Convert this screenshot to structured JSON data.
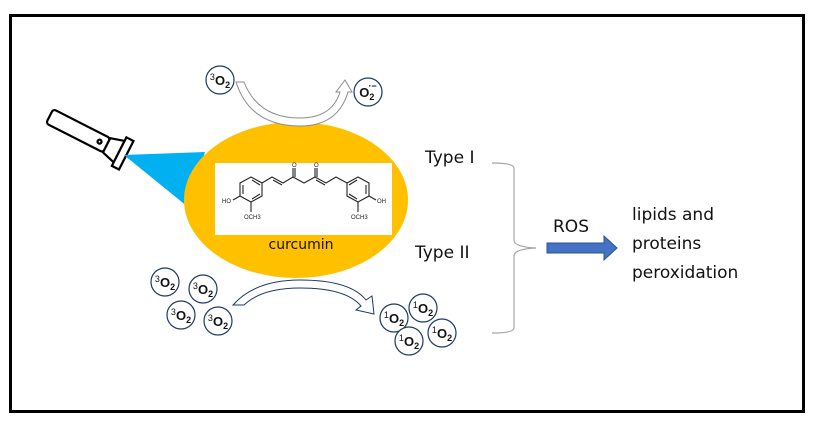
{
  "figure": {
    "compound": "curcumin",
    "molecule_labels": {
      "oxygen": "O",
      "hydroxyl_left": "HO",
      "hydroxyl_right": "OH",
      "methoxy": "OCH3"
    },
    "pathways": {
      "type1": "Type I",
      "type2": "Type II"
    },
    "ros_label": "ROS",
    "outcome_lines": [
      "lipids and",
      "proteins",
      "peroxidation"
    ],
    "species": {
      "triplet_oxygen": {
        "sup": "3",
        "base": "O",
        "sub": "2"
      },
      "singlet_oxygen": {
        "sup": "1",
        "base": "O",
        "sub": "2"
      },
      "superoxide": {
        "base": "O",
        "sub": "2",
        "charge": "·−"
      }
    },
    "colors": {
      "photosensitizer_fill": "#ffc000",
      "light_beam": "#00b0f0",
      "ros_arrow": "#4472c4",
      "circle_outline": "#203864",
      "bracket": "#a6a6a6"
    },
    "icons": {
      "light_source": "flashlight-icon"
    }
  }
}
